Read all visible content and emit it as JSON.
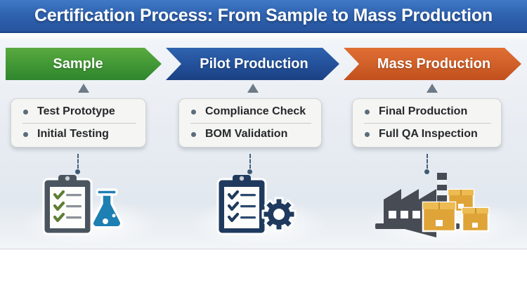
{
  "header": {
    "title": "Certification Process: From Sample to Mass Production"
  },
  "palette": {
    "header_blue_top": "#4079c6",
    "header_blue_bottom": "#27549e",
    "sample_green": "#449a36",
    "pilot_blue": "#24519b",
    "mass_orange": "#d2622a",
    "card_background": "#f5f5f3",
    "card_text": "#26282b",
    "triangle_gray": "#6d7a87",
    "connector_gray": "#44607a",
    "clipboard_slate": "#4a5560",
    "clipboard_navy": "#1f3a5e",
    "check_green": "#5f7d35",
    "flask_blue": "#1d7fb2",
    "factory_gray": "#474c54",
    "box_amber": "#dfa437"
  },
  "stages": [
    {
      "label": "Sample",
      "items": [
        "Test Prototype",
        "Initial Testing"
      ],
      "icon": "clipboard-flask-icon"
    },
    {
      "label": "Pilot Production",
      "items": [
        "Compliance Check",
        "BOM Validation"
      ],
      "icon": "clipboard-gear-icon"
    },
    {
      "label": "Mass Production",
      "items": [
        "Final Production",
        "Full QA Inspection"
      ],
      "icon": "factory-boxes-icon"
    }
  ]
}
